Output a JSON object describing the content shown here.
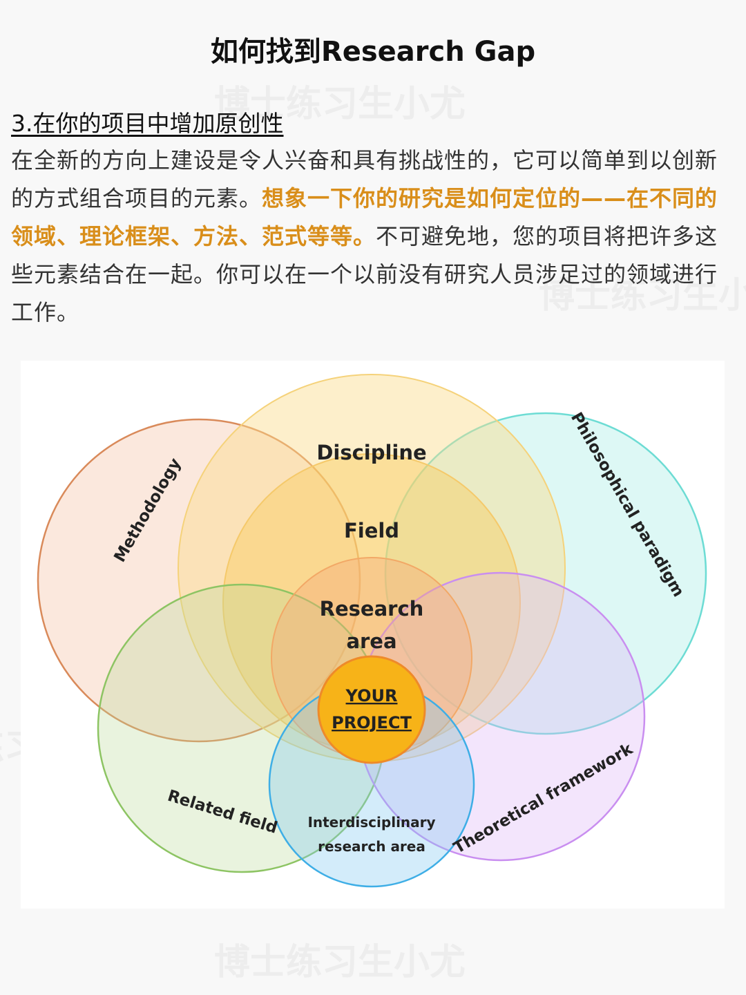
{
  "page": {
    "title": "如何找到Research Gap",
    "watermark": "博士练习生小尤"
  },
  "section": {
    "heading": "3.在你的项目中增加原创性",
    "para_before": "在全新的方向上建设是令人兴奋和具有挑战性的，它可以简单到以创新的方式组合项目的元素。",
    "para_highlight": "想象一下你的研究是如何定位的——在不同的领域、理论框架、方法、范式等等。",
    "para_after": "不可避免地，您的项目将把许多这些元素结合在一起。你可以在一个以前没有研究人员涉足过的领域进行工作。",
    "highlight_color": "#d98e1a"
  },
  "diagram": {
    "labels": {
      "discipline": "Discipline",
      "field": "Field",
      "research_area_1": "Research",
      "research_area_2": "area",
      "project_1": "YOUR",
      "project_2": "PROJECT",
      "methodology": "Methodology",
      "philosophical_paradigm": "Philosophical paradigm",
      "related_field": "Related field",
      "theoretical_framework": "Theoretical framework",
      "interdisciplinary_1": "Interdisciplinary",
      "interdisciplinary_2": "research area"
    },
    "colors": {
      "methodology": "#d98a5a",
      "discipline": "#f5c96a",
      "philosophical": "#6ddcd4",
      "field": "#f5c04a",
      "research_area": "#f2a866",
      "project": "#f5b21c",
      "related_field": "#8dc463",
      "theoretical": "#c98ef0",
      "interdisciplinary": "#3eaee6"
    }
  }
}
